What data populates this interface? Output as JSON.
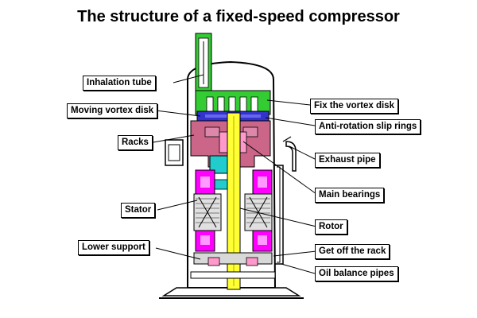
{
  "title": "The structure of a fixed-speed compressor",
  "labels": {
    "inhalation_tube": "Inhalation tube",
    "moving_vortex_disk": "Moving vortex disk",
    "racks": "Racks",
    "stator": "Stator",
    "lower_support": "Lower support",
    "fix_vortex_disk": "Fix the vortex disk",
    "anti_rotation_slip_rings": "Anti-rotation slip rings",
    "exhaust_pipe": "Exhaust pipe",
    "main_bearings": "Main bearings",
    "rotor": "Rotor",
    "get_off_rack": "Get off the rack",
    "oil_balance_pipes": "Oil balance pipes"
  },
  "colors": {
    "inhalation_tube": "#33cc33",
    "fixed_scroll": "#33cc33",
    "moving_scroll": "#3333cc",
    "racks": "#cc6688",
    "stator": "#ff00ff",
    "cyan_part": "#22cccc",
    "shaft": "#ffff33",
    "bearings": "#ff99cc"
  }
}
